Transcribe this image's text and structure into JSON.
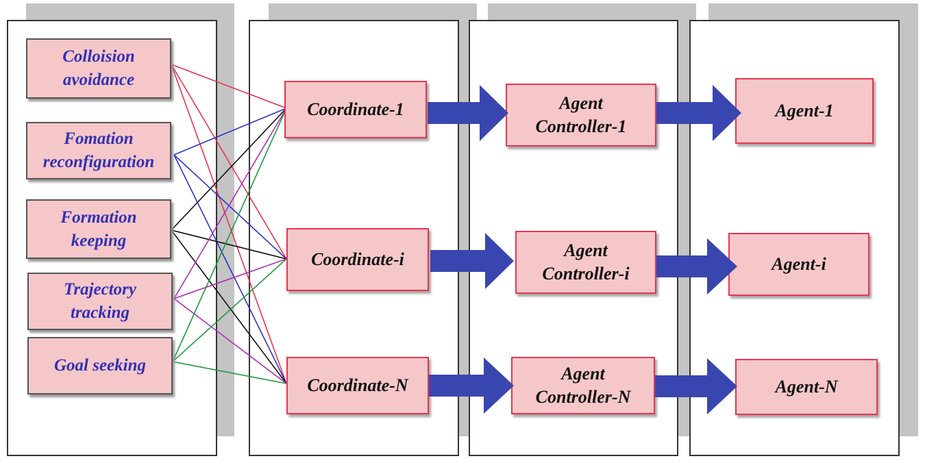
{
  "colors": {
    "panel_shadow": "#c4c4c4",
    "box_fill": "#f6c7c9",
    "task_text": "#3131b4",
    "node_border": "#e8344f",
    "arrow": "#3a46b0",
    "edge_colors": [
      "#e8344f",
      "#2c34c8",
      "#111111",
      "#b02cb8",
      "#1d9a3c"
    ]
  },
  "tasks": [
    {
      "line1": "Colloision",
      "line2": "avoidance",
      "icon_color": "#e8344f"
    },
    {
      "line1": "Fomation",
      "line2": "reconfiguration",
      "icon_color": "#2c34c8"
    },
    {
      "line1": "Formation",
      "line2": "keeping",
      "icon_color": "#111111"
    },
    {
      "line1": "Trajectory",
      "line2": "tracking",
      "icon_color": "#b02cb8"
    },
    {
      "line1": "Goal seeking",
      "line2": "",
      "icon_color": "#1d9a3c"
    }
  ],
  "coordinators": [
    {
      "label": "Coordinate-1"
    },
    {
      "label": "Coordinate-i"
    },
    {
      "label": "Coordinate-N"
    }
  ],
  "controllers": [
    {
      "line1": "Agent",
      "line2": "Controller-1"
    },
    {
      "line1": "Agent",
      "line2": "Controller-i"
    },
    {
      "line1": "Agent",
      "line2": "Controller-N"
    }
  ],
  "agents": [
    {
      "label": "Agent-1"
    },
    {
      "label": "Agent-i"
    },
    {
      "label": "Agent-N"
    }
  ]
}
